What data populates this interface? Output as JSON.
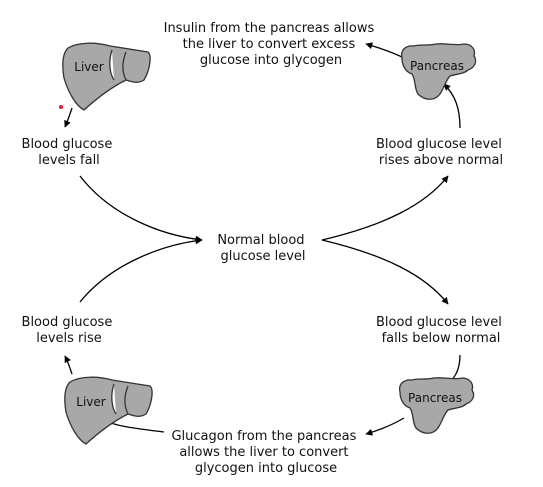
{
  "colors": {
    "organ_fill": "#a8a8a8",
    "organ_stroke": "#333333",
    "arrow": "#000000",
    "dot": "#e0193a"
  },
  "center": {
    "lines": [
      "Normal blood",
      "glucose level"
    ]
  },
  "nodes": {
    "rises_above": {
      "lines": [
        "Blood glucose level",
        "rises above normal"
      ]
    },
    "falls_below": {
      "lines": [
        "Blood glucose level",
        "falls below normal"
      ]
    },
    "levels_fall": {
      "lines": [
        "Blood glucose",
        "levels fall"
      ]
    },
    "levels_rise": {
      "lines": [
        "Blood glucose",
        "levels rise"
      ]
    }
  },
  "hormones": {
    "insulin": {
      "lines": [
        "Insulin from the pancreas allows",
        "the liver to convert excess",
        "glucose into glycogen"
      ]
    },
    "glucagon": {
      "lines": [
        "Glucagon from the pancreas",
        "allows the liver to convert",
        "glycogen into glucose"
      ]
    }
  },
  "organs": {
    "liver_top": {
      "label": "Liver",
      "icon": "liver-icon"
    },
    "pancreas_top": {
      "label": "Pancreas",
      "icon": "pancreas-icon"
    },
    "liver_bottom": {
      "label": "Liver",
      "icon": "liver-icon"
    },
    "pancreas_bottom": {
      "label": "Pancreas",
      "icon": "pancreas-icon"
    }
  }
}
